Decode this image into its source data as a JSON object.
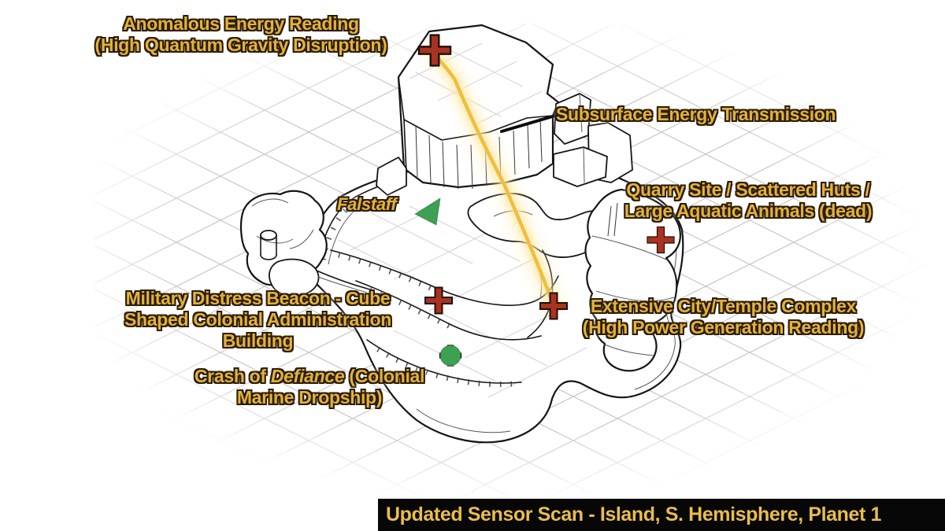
{
  "colors": {
    "label_gold": "#e2b23c",
    "label_outline": "#2b1c07",
    "marker_red": "#a93220",
    "marker_red_outline": "#1e0f07",
    "marker_green": "#3ea052",
    "beam_core": "#efbe3f",
    "beam_glow": "#ffe79e",
    "grid_gray": "#c2c2c2",
    "line_black": "#151515",
    "footer_bg": "#070707",
    "footer_text": "#eabd4b"
  },
  "labels": {
    "anomalous": {
      "line1": "Anomalous Energy Reading",
      "line2": "(High Quantum Gravity Disruption)"
    },
    "subsurface": {
      "text": "Subsurface Energy Transmission"
    },
    "quarry": {
      "line1": "Quarry Site / Scattered Huts /",
      "line2": "Large Aquatic Animals (dead)"
    },
    "falstaff": {
      "text": "Falstaff"
    },
    "military": {
      "line1": "Military Distress Beacon - Cube",
      "line2": "Shaped Colonial Administration",
      "line3": "Building"
    },
    "extensive": {
      "line1": "Extensive City/Temple Complex",
      "line2": "(High Power Generation Reading)"
    },
    "crash": {
      "prefix": "Crash of ",
      "ship_name": "Defiance",
      "suffix": " (Colonial",
      "line2": "Marine Dropship)"
    }
  },
  "markers": [
    {
      "id": "anomalous-energy",
      "shape": "cross"
    },
    {
      "id": "military-beacon",
      "shape": "cross"
    },
    {
      "id": "city-temple-complex",
      "shape": "cross"
    },
    {
      "id": "quarry-site",
      "shape": "cross"
    },
    {
      "id": "crash-site",
      "shape": "circle-on-cross"
    },
    {
      "id": "falstaff-ship",
      "shape": "triangle"
    }
  ],
  "footer": {
    "text": "Updated Sensor Scan - Island, S. Hemisphere, Planet 1"
  }
}
